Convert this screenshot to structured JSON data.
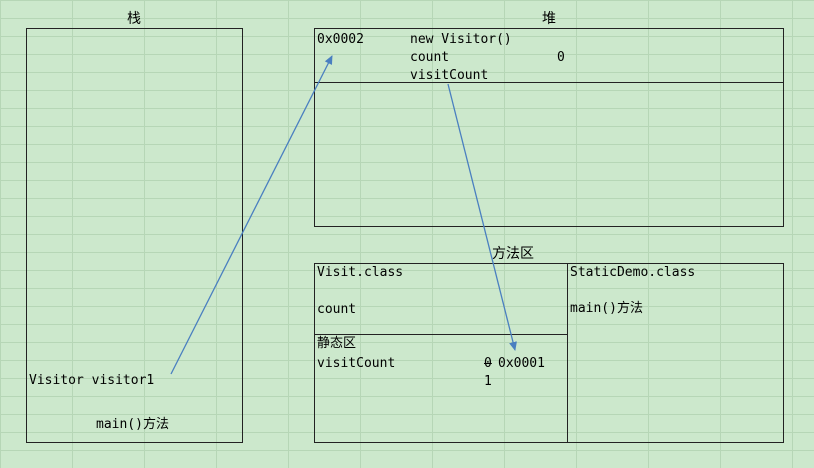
{
  "stack": {
    "title": "栈",
    "variable": "Visitor visitor1",
    "method": "main()方法"
  },
  "heap": {
    "title": "堆",
    "address": "0x0002",
    "object": "new Visitor()",
    "field_count": "count",
    "field_count_value": "0",
    "field_visit_count": "visitCount"
  },
  "method_area": {
    "title": "方法区",
    "visit_class": "Visit.class",
    "visit_class_field": "count",
    "static_area": "静态区",
    "static_var": "visitCount",
    "static_var_old_value": "0",
    "static_var_address": "0x0001",
    "static_var_new_value": "1",
    "demo_class": "StaticDemo.class",
    "demo_method": "main()方法"
  },
  "colors": {
    "arrow": "#4a7fc0",
    "border": "#222222",
    "background": "#cce8cc"
  }
}
